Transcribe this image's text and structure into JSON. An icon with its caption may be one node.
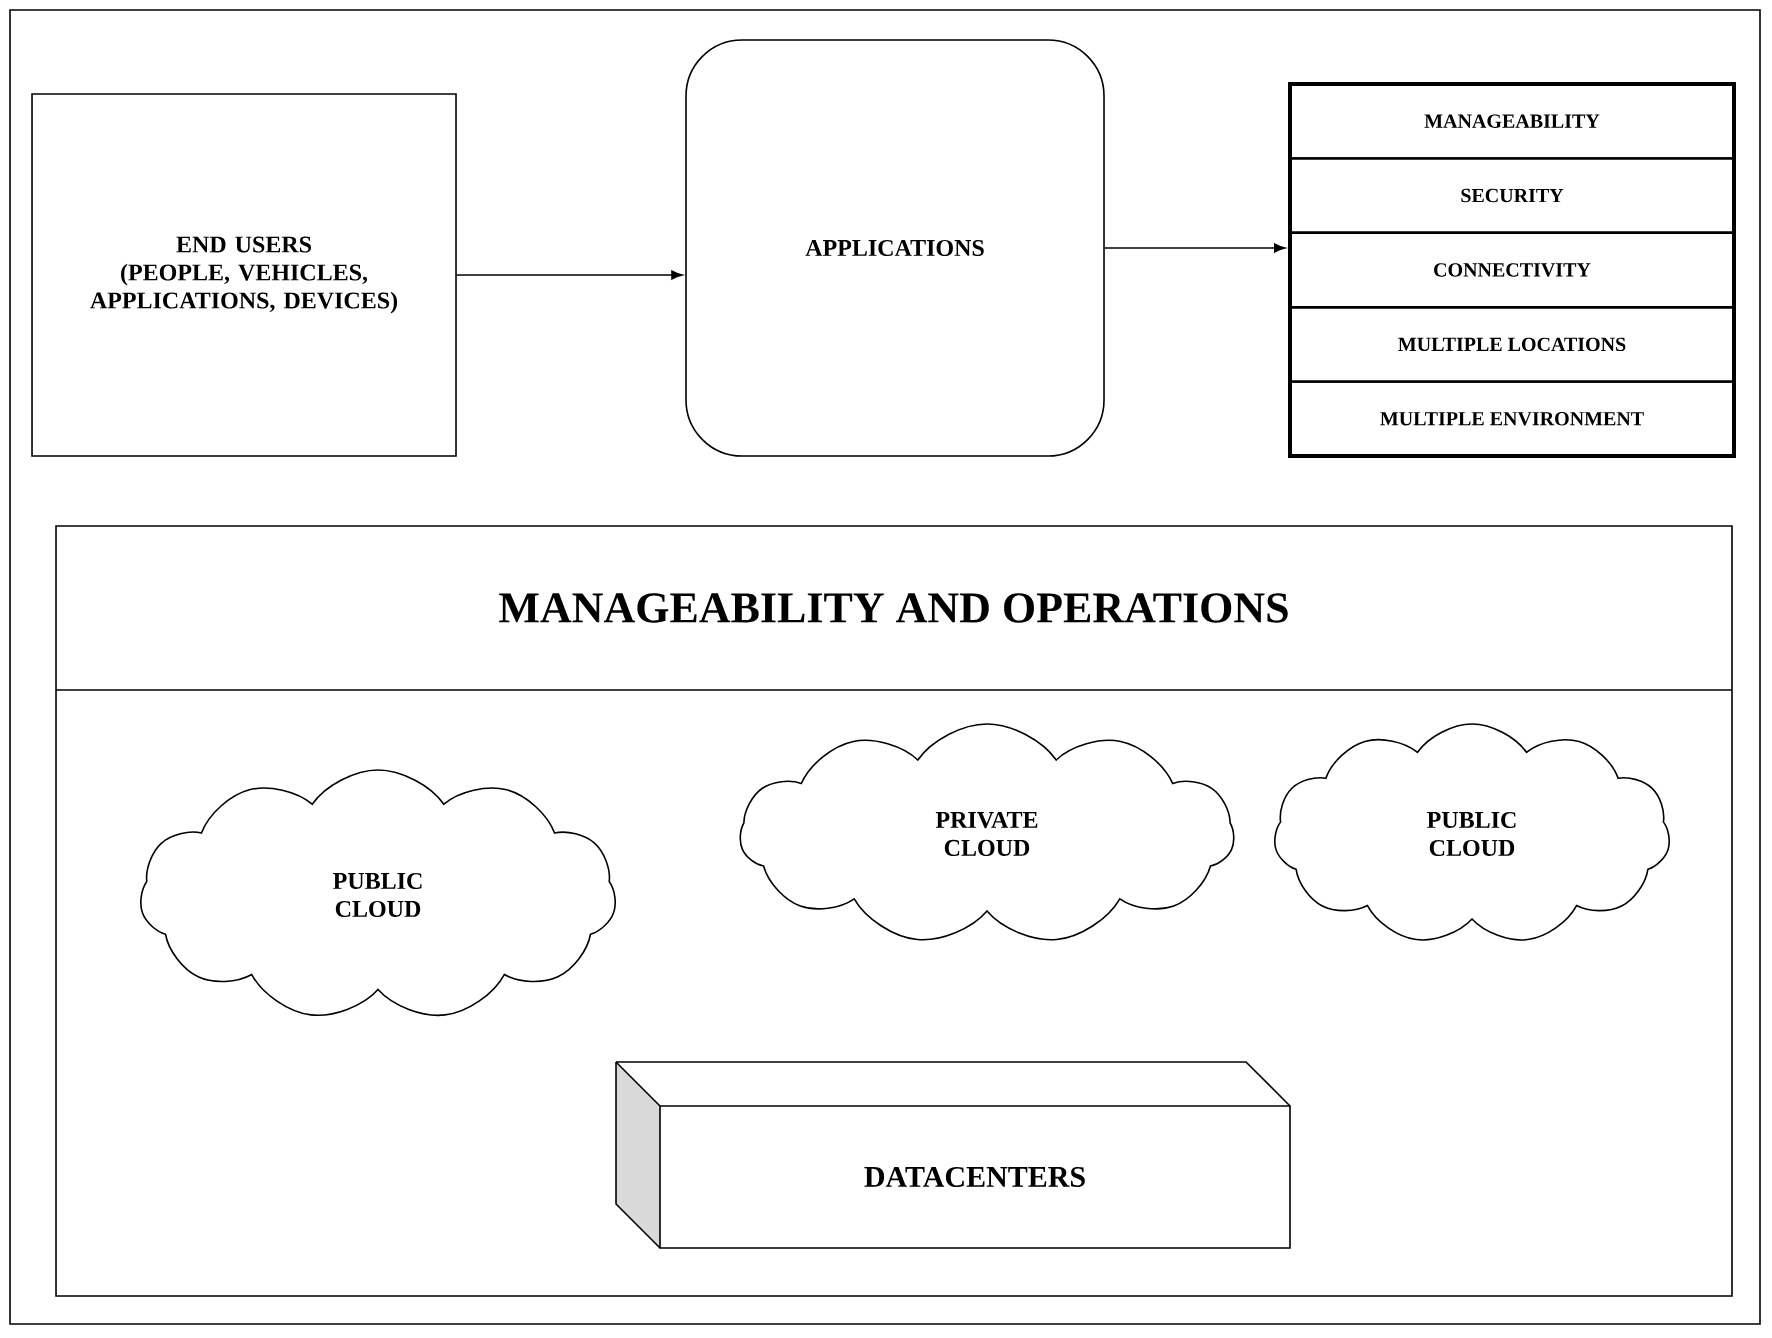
{
  "diagram": {
    "nodes": [
      {
        "text": [
          "END USERS (PEOPLE, VEHICLES, APPLICATIONS, DEVICES)"
        ]
      },
      {
        "text": [
          "APPLICATIONS"
        ]
      },
      {
        "text": [],
        "shape": "box"
      },
      {
        "text": [
          "MANAGEABILITY"
        ],
        "in": 2
      },
      {
        "text": [
          "SECURITY"
        ],
        "in": 2
      },
      {
        "text": [
          "CONNECTIVITY"
        ],
        "in": 2
      },
      {
        "text": [
          "MULTIPLE LOCATIONS"
        ],
        "in": 2
      },
      {
        "text": [
          "MULTIPLE ENVIRONMENT"
        ],
        "in": 2
      },
      {
        "text": [
          "MANAGEABILITY AND OPERATIONS"
        ]
      },
      {
        "text": [
          "PUBLIC CLOUD"
        ],
        "in": 8
      },
      {
        "text": [
          "PRIVATE CLOUD"
        ],
        "in": 8
      },
      {
        "text": [
          "PUBLIC CLOUD"
        ],
        "in": 8
      },
      {
        "text": [
          "DATACENTERS"
        ],
        "in": 8
      }
    ],
    "edges": [
      {
        "from": 0,
        "to": 1,
        "arrow": "to"
      },
      {
        "from": 1,
        "to": 2,
        "arrow": "to"
      }
    ]
  }
}
